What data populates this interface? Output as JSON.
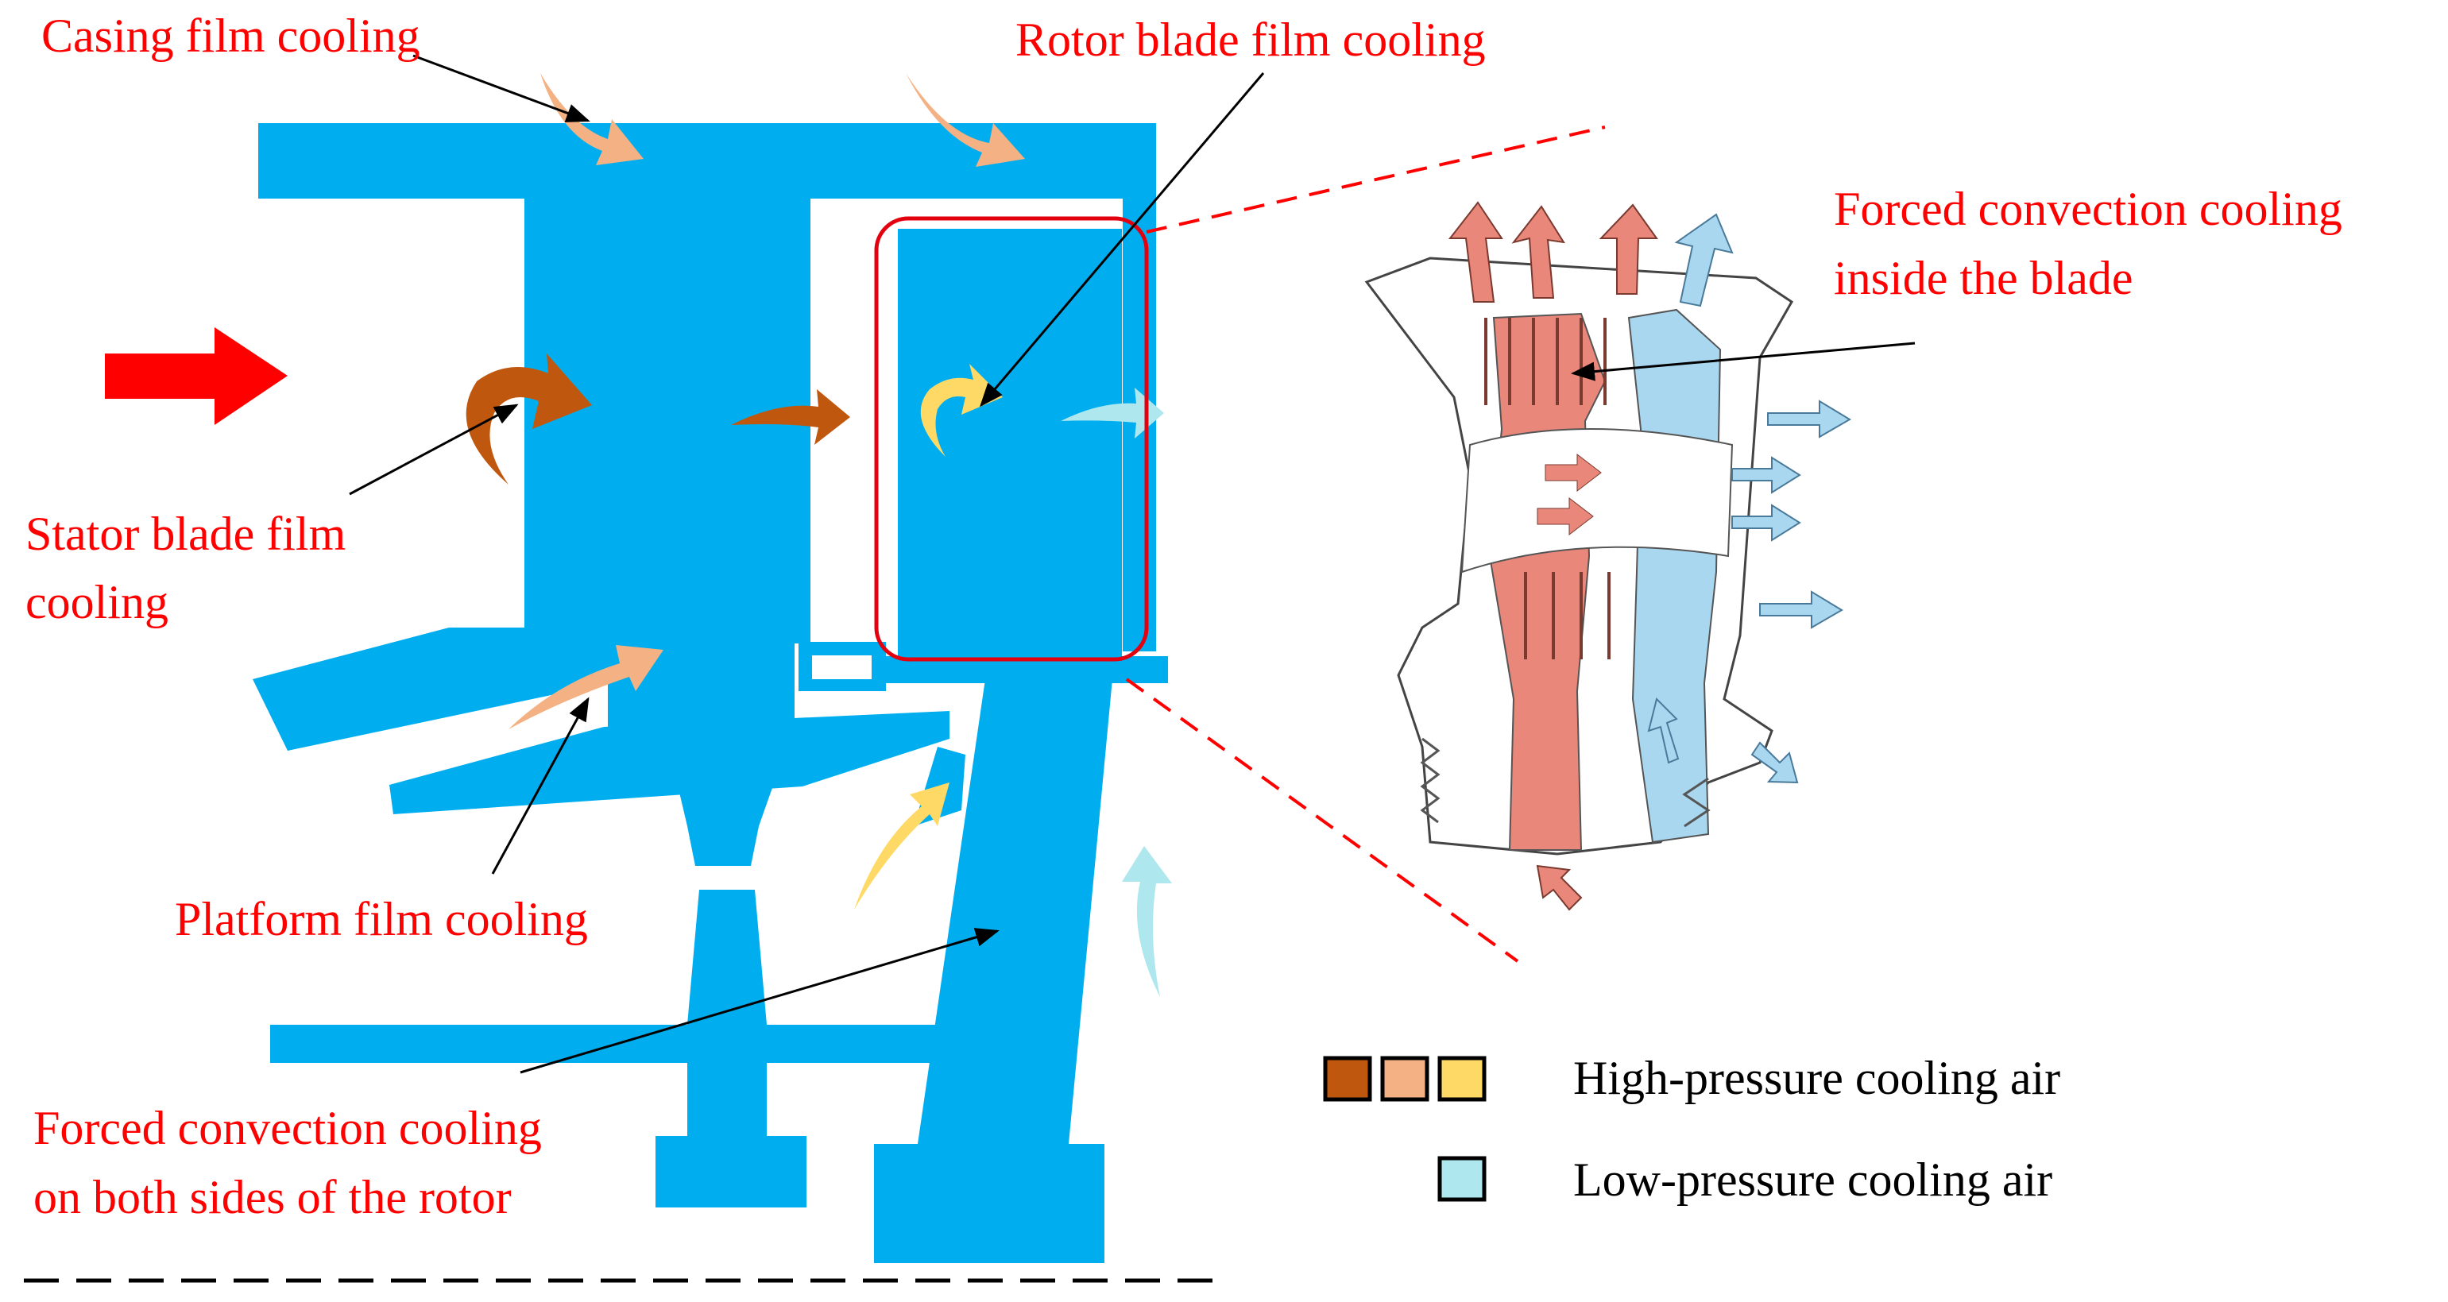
{
  "labels": {
    "casing": "Casing film cooling",
    "rotor_blade": "Rotor blade film cooling",
    "forced_inside_line1": "Forced convection cooling",
    "forced_inside_line2": "inside the blade",
    "stator_line1": "Stator blade film",
    "stator_line2": "cooling",
    "platform": "Platform film cooling",
    "forced_rotor_line1": "Forced convection cooling",
    "forced_rotor_line2": "on both sides of the rotor"
  },
  "legend": {
    "high_pressure": "High-pressure cooling air",
    "low_pressure": "Low-pressure cooling air"
  },
  "colors": {
    "component_blue": "#00AEEF",
    "high_dark": "#C0570F",
    "high_mid": "#F4B183",
    "high_light": "#FFD966",
    "low": "#AEE8EE",
    "main_flow": "#FF0000",
    "label_red": "#FF0000",
    "blade_red": "#E8877A",
    "blade_blue": "#A9D7F0"
  }
}
